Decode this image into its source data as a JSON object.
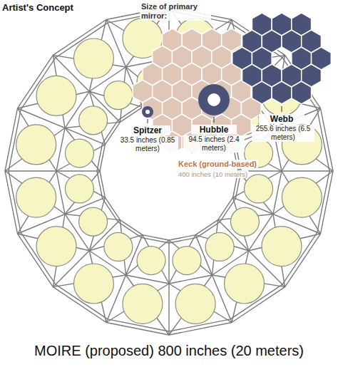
{
  "diagram": {
    "caption": "MOIRE (proposed) 800 inches (20 meters)",
    "labels": [
      "Artist's Concept",
      "Size of primary mirror:",
      "Spitzer",
      "33.5 inches (0.85 meters)",
      "Hubble",
      "94.5 inches (2.4 meters)",
      "Webb",
      "255.6 inches (6.5 meters)",
      "Keck (ground-based)",
      "400 inches (10 meters)"
    ]
  }
}
